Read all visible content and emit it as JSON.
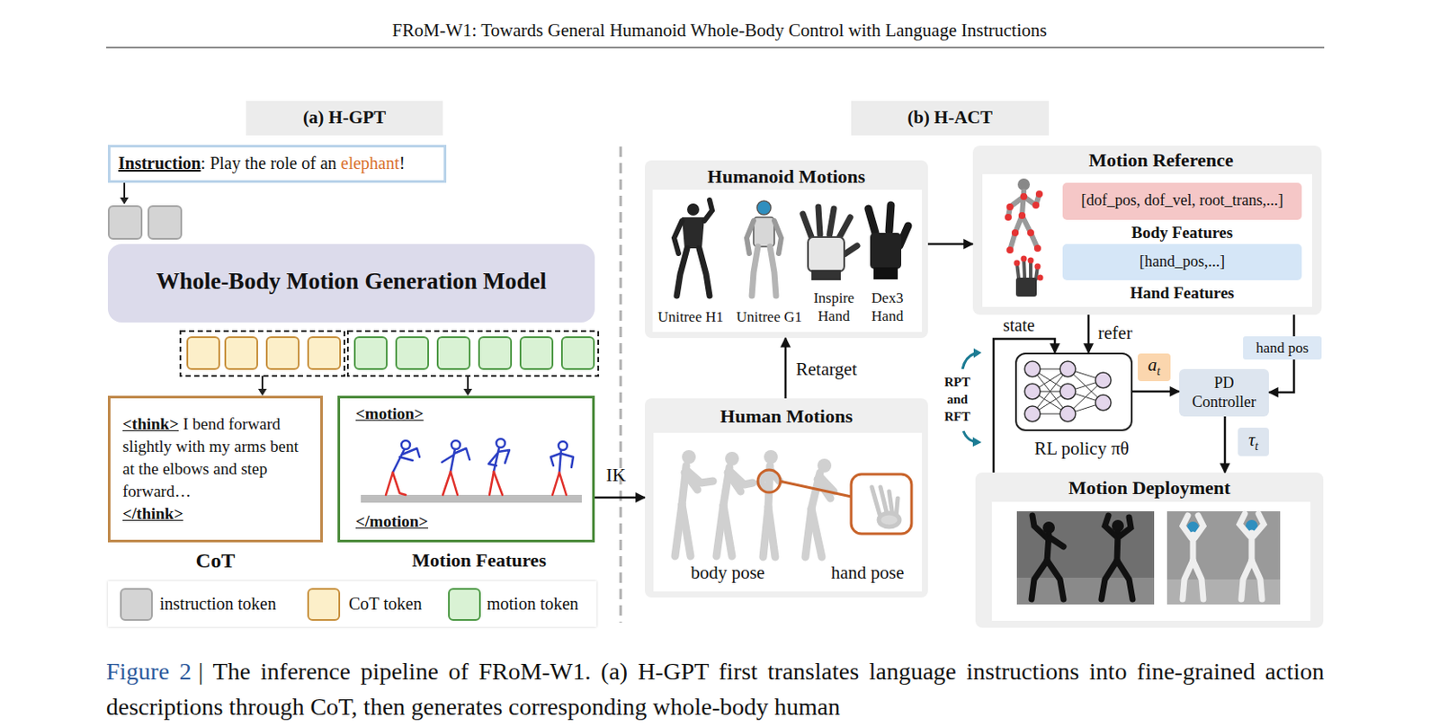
{
  "diagram": {
    "title": "FRoM-W1: Towards General Humanoid Whole-Body Control with Language Instructions",
    "caption": "| The inference pipeline of FRoM-W1. (a) H-GPT first translates language instructions into fine-grained action descriptions through CoT, then generates corresponding whole-body human",
    "nodes": [
      {
        "text": [
          "(a) H-GPT"
        ]
      },
      {
        "text": [
          "Instruction",
          ": Play the role of an",
          "elephant",
          "!"
        ]
      },
      {
        "text": [
          "Whole-Body Motion Generation Model"
        ]
      },
      {
        "text": [
          "<think>",
          "I bend forward slightly with my arms bent at the elbows and step forward…",
          "</think>",
          "CoT"
        ]
      },
      {
        "text": [
          "<motion>",
          "</motion>",
          "Motion Features"
        ]
      },
      {
        "text": [
          "(b) H-ACT"
        ]
      },
      {
        "text": [
          "Humanoid Motions",
          "Unitree H1",
          "Unitree G1",
          "Inspire Hand",
          "Dex3 Hand"
        ]
      },
      {
        "text": [
          "Human Motions",
          "body pose",
          "hand pose"
        ]
      },
      {
        "text": [
          "Motion Reference"
        ]
      },
      {
        "text": [
          "[dof_pos, dof_vel, root_trans,...]",
          "Body Features"
        ],
        "in": 8
      },
      {
        "text": [
          "[hand_pos,...]",
          "Hand Features"
        ],
        "in": 8
      },
      {
        "text": [
          "RL policy πθ"
        ]
      },
      {
        "text": [
          "a",
          "t"
        ]
      },
      {
        "text": [
          "PD Controller"
        ]
      },
      {
        "text": [
          "τ",
          "t"
        ]
      },
      {
        "text": [
          "Motion Deployment"
        ]
      }
    ],
    "edges": [
      {
        "from": 4,
        "to": 7,
        "arrow": "to",
        "label": "IK"
      },
      {
        "from": 7,
        "to": 6,
        "arrow": "to",
        "label": "Retarget"
      },
      {
        "from": 6,
        "to": 8,
        "arrow": "to"
      },
      {
        "from": 8,
        "to": 11,
        "arrow": "to",
        "label": "refer"
      },
      {
        "from": 15,
        "to": 11,
        "arrow": "to",
        "label": "state"
      },
      {
        "from": 11,
        "to": 13,
        "arrow": "to"
      },
      {
        "from": 8,
        "to": 13,
        "arrow": "to",
        "label": "hand pos"
      },
      {
        "from": 13,
        "to": 15,
        "arrow": "to"
      }
    ],
    "labels": [
      "Figure 2",
      "RPT and RFT"
    ],
    "legend": [
      {
        "text": "instruction token",
        "color": "#d4d4d4"
      },
      {
        "text": "CoT token",
        "color": "#fcefc9"
      },
      {
        "text": "motion token",
        "color": "#d9f2d4"
      }
    ]
  }
}
